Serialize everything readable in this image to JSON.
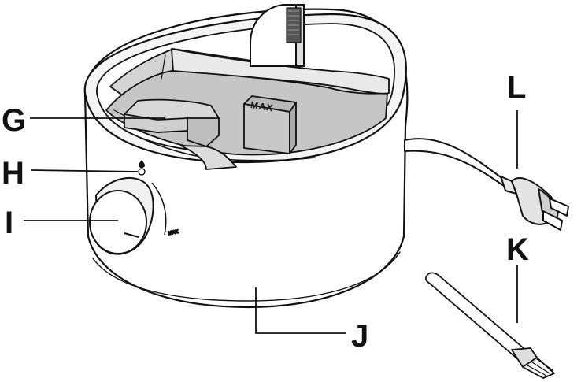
{
  "callouts": {
    "G": "G",
    "H": "H",
    "I": "I",
    "J": "J",
    "K": "K",
    "L": "L"
  },
  "tank_marking": "MAX",
  "dial_marking": "MAX",
  "colors": {
    "line": "#111111",
    "body": "#ffffff",
    "interior": "#c9c9c9",
    "shade": "#e6e6e6"
  }
}
